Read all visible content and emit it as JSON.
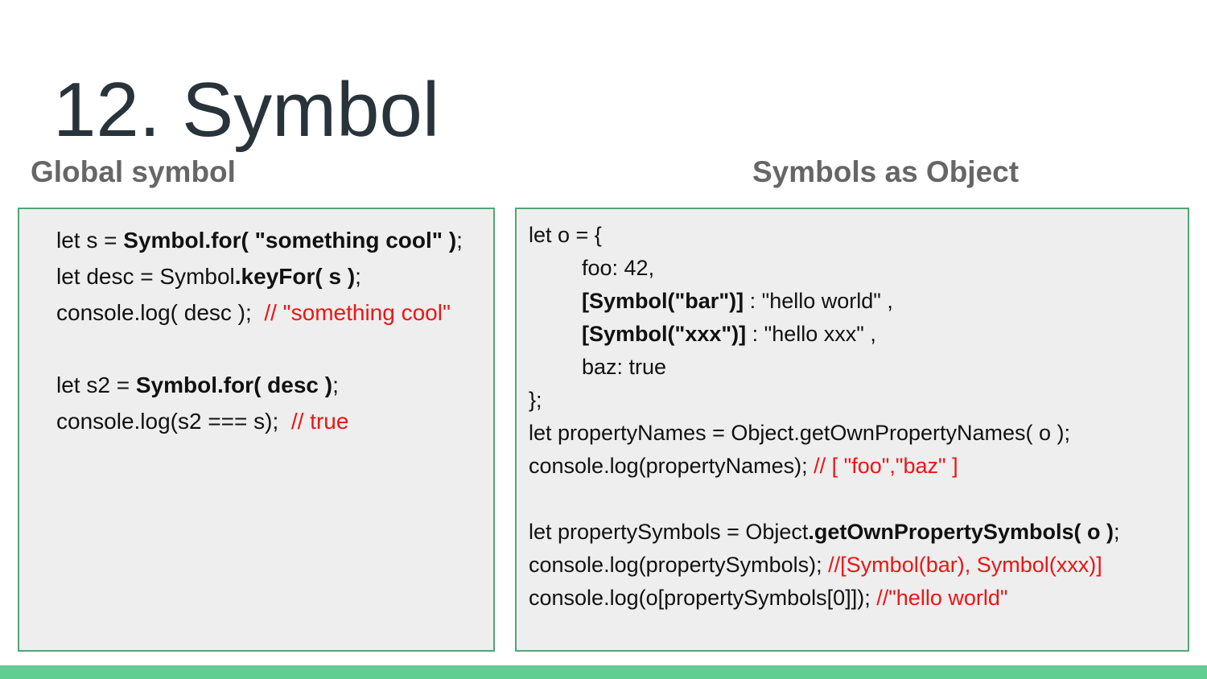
{
  "title": "12. Symbol",
  "colors": {
    "title_text": "#28333A",
    "heading_text": "#666666",
    "code_text": "#111111",
    "comment_red": "#EE1414",
    "box_background": "#EEEEEE",
    "box_border": "#54A477",
    "footer_bar": "#5FCE90",
    "page_background": "#FFFFFF"
  },
  "sections": {
    "left": {
      "heading": "Global symbol",
      "lines": [
        {
          "indent": false,
          "segments": [
            {
              "text": "let s = ",
              "style": "normal"
            },
            {
              "text": "Symbol.for( \"something cool\" )",
              "style": "bold"
            },
            {
              "text": ";",
              "style": "normal"
            }
          ]
        },
        {
          "indent": false,
          "segments": [
            {
              "text": "let desc = Symbol",
              "style": "normal"
            },
            {
              "text": ".keyFor( s )",
              "style": "bold"
            },
            {
              "text": ";",
              "style": "normal"
            }
          ]
        },
        {
          "indent": false,
          "segments": [
            {
              "text": "console.log( desc );  ",
              "style": "normal"
            },
            {
              "text": "// \"something cool\"",
              "style": "comment"
            }
          ]
        },
        {
          "indent": false,
          "segments": []
        },
        {
          "indent": false,
          "segments": [
            {
              "text": "let s2 = ",
              "style": "normal"
            },
            {
              "text": "Symbol.for( desc )",
              "style": "bold"
            },
            {
              "text": ";",
              "style": "normal"
            }
          ]
        },
        {
          "indent": false,
          "segments": [
            {
              "text": "console.log(s2 === s);  ",
              "style": "normal"
            },
            {
              "text": "// true",
              "style": "comment"
            }
          ]
        }
      ]
    },
    "right": {
      "heading": "Symbols as Object",
      "lines": [
        {
          "indent": false,
          "segments": [
            {
              "text": "let o = {",
              "style": "normal"
            }
          ]
        },
        {
          "indent": true,
          "segments": [
            {
              "text": "foo: 42,",
              "style": "normal"
            }
          ]
        },
        {
          "indent": true,
          "segments": [
            {
              "text": "[Symbol(\"bar\")]",
              "style": "bold"
            },
            {
              "text": " : \"hello world\" ,",
              "style": "normal"
            }
          ]
        },
        {
          "indent": true,
          "segments": [
            {
              "text": "[Symbol(\"xxx\")]",
              "style": "bold"
            },
            {
              "text": " : \"hello xxx\" ,",
              "style": "normal"
            }
          ]
        },
        {
          "indent": true,
          "segments": [
            {
              "text": "baz: true",
              "style": "normal"
            }
          ]
        },
        {
          "indent": false,
          "segments": [
            {
              "text": "};",
              "style": "normal"
            }
          ]
        },
        {
          "indent": false,
          "segments": [
            {
              "text": "let propertyNames = Object.getOwnPropertyNames( o );",
              "style": "normal"
            }
          ]
        },
        {
          "indent": false,
          "segments": [
            {
              "text": "console.log(propertyNames); ",
              "style": "normal"
            },
            {
              "text": "// [ \"foo\",\"baz\" ]",
              "style": "comment"
            }
          ]
        },
        {
          "indent": false,
          "segments": []
        },
        {
          "indent": false,
          "segments": [
            {
              "text": "let propertySymbols = Object",
              "style": "normal"
            },
            {
              "text": ".getOwnPropertySymbols( o )",
              "style": "bold"
            },
            {
              "text": ";",
              "style": "normal"
            }
          ]
        },
        {
          "indent": false,
          "segments": [
            {
              "text": "console.log(propertySymbols); ",
              "style": "normal"
            },
            {
              "text": "//[Symbol(bar), Symbol(xxx)]",
              "style": "comment"
            }
          ]
        },
        {
          "indent": false,
          "segments": [
            {
              "text": "console.log(o[propertySymbols[0]]); ",
              "style": "normal"
            },
            {
              "text": "//\"hello world\"",
              "style": "comment"
            }
          ]
        }
      ]
    }
  }
}
